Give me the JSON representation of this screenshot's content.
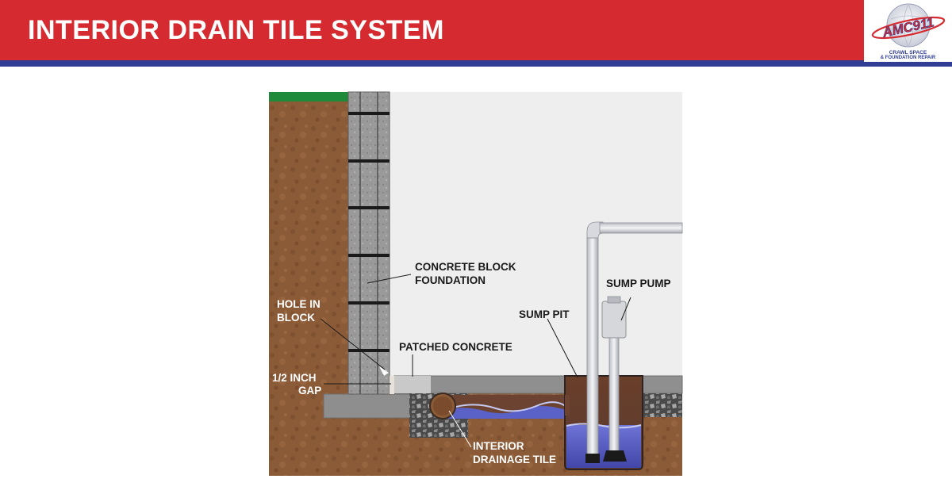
{
  "header": {
    "title": "INTERIOR DRAIN TILE SYSTEM"
  },
  "logo": {
    "brand": "AMC911",
    "tagline_line1": "CRAWL SPACE",
    "tagline_line2": "& FOUNDATION REPAIR"
  },
  "labels": {
    "concrete_block_1": "CONCRETE BLOCK",
    "concrete_block_2": "FOUNDATION",
    "hole_1": "HOLE IN",
    "hole_2": "BLOCK",
    "patched": "PATCHED CONCRETE",
    "gap_1": "1/2 INCH",
    "gap_2": "GAP",
    "sump_pit": "SUMP PIT",
    "sump_pump": "SUMP PUMP",
    "tile_1": "INTERIOR",
    "tile_2": "DRAINAGE TILE"
  },
  "colors": {
    "header_red": "#d52a2f",
    "stripe_blue": "#2f3e94",
    "soil": "#8a5a35",
    "grass": "#1f8a3a",
    "water": "#5a62c8"
  }
}
